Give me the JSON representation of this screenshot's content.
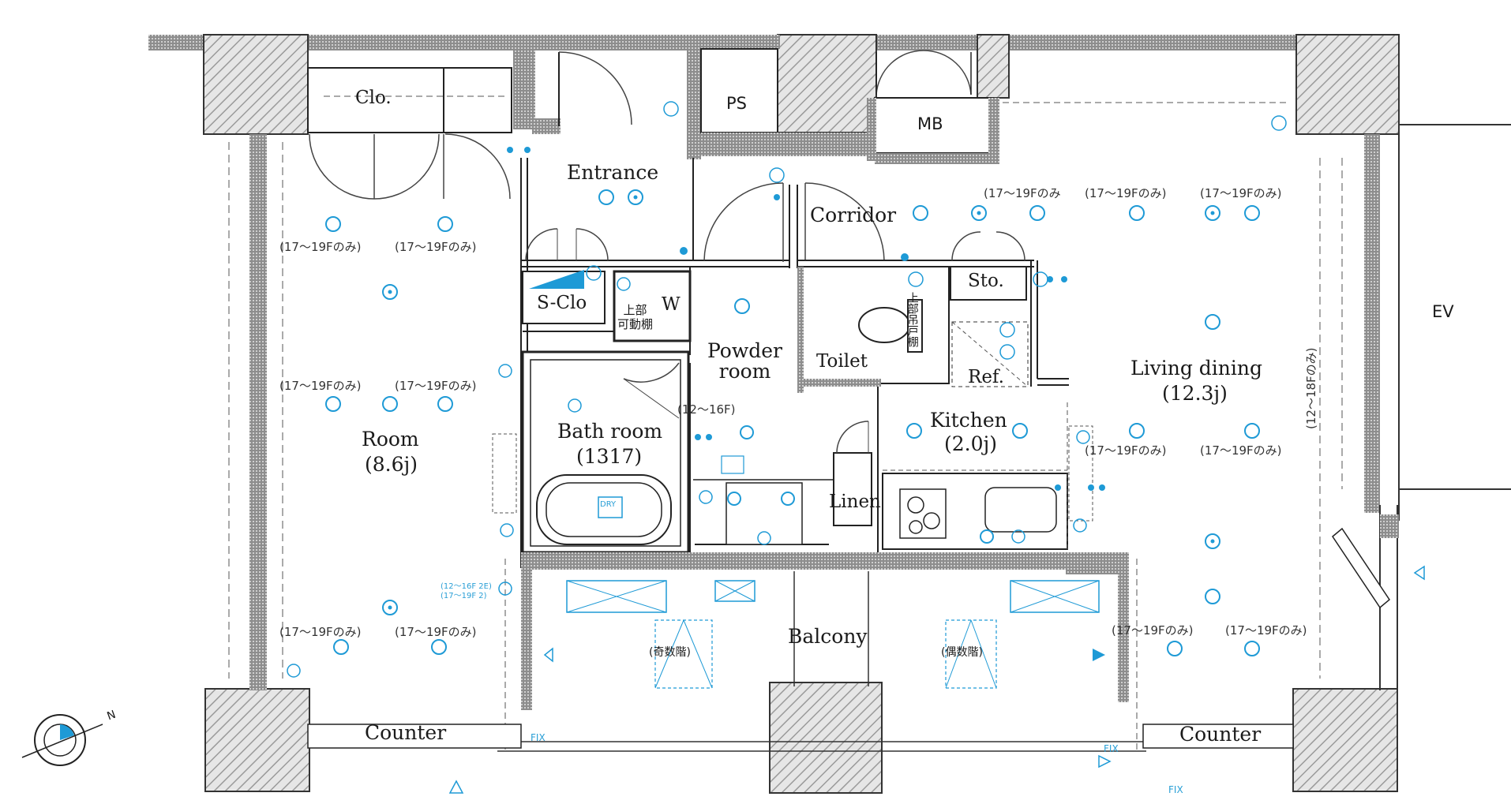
{
  "rooms": {
    "closet": "Clo.",
    "entrance": "Entrance",
    "ps": "PS",
    "mb": "MB",
    "corridor": "Corridor",
    "storage": "Sto.",
    "shoe_closet": "S-Clo",
    "washer": "W",
    "washer_note": "上部\n可動棚",
    "powder_room": "Powder\nroom",
    "toilet": "Toilet",
    "toilet_shelf": "上部吊戸棚",
    "refrigerator": "Ref.",
    "bath_room": "Bath room",
    "bath_size": "(1317)",
    "kitchen": "Kitchen",
    "kitchen_size": "(2.0j)",
    "linen": "Linen",
    "room": "Room",
    "room_size": "(8.6j)",
    "living_dining": "Living dining",
    "living_dining_size": "(12.3j)",
    "balcony": "Balcony",
    "odd_floors": "(奇数階)",
    "even_floors": "(偶数階)",
    "counter_left": "Counter",
    "counter_right": "Counter",
    "ev": "EV"
  },
  "notes": {
    "room_top_left": "(17～19Fのみ)",
    "room_top_right": "(17～19Fのみ)",
    "room_mid_left": "(17～19Fのみ)",
    "room_mid_right": "(17～19Fのみ)",
    "room_bottom_left": "(17～19Fのみ)",
    "room_bottom_right": "(17～19Fのみ)",
    "ld_top_1": "(17～19Fのみ",
    "ld_top_2": "(17～19Fのみ)",
    "ld_top_3": "(17～19Fのみ)",
    "ld_mid_1": "(17～19Fのみ)",
    "ld_mid_2": "(17～19Fのみ)",
    "ld_bottom_1": "(17～19Fのみ)",
    "ld_bottom_2": "(17～19Fのみ)",
    "powder_note": "(12～16F)",
    "ld_vertical": "(12～18Fのみ)",
    "balcony_outlet": "(12～16F 2E)\n(17～19F 2)",
    "fix_1": "FIX",
    "fix_2": "FIX",
    "fix_3": "FIX",
    "dry": "DRY"
  },
  "compass": {
    "north": "N"
  },
  "colors": {
    "wall": "#2b2b2b",
    "hatch": "#a8a8a8",
    "fixture": "#1e9ad6",
    "line": "#222222"
  }
}
